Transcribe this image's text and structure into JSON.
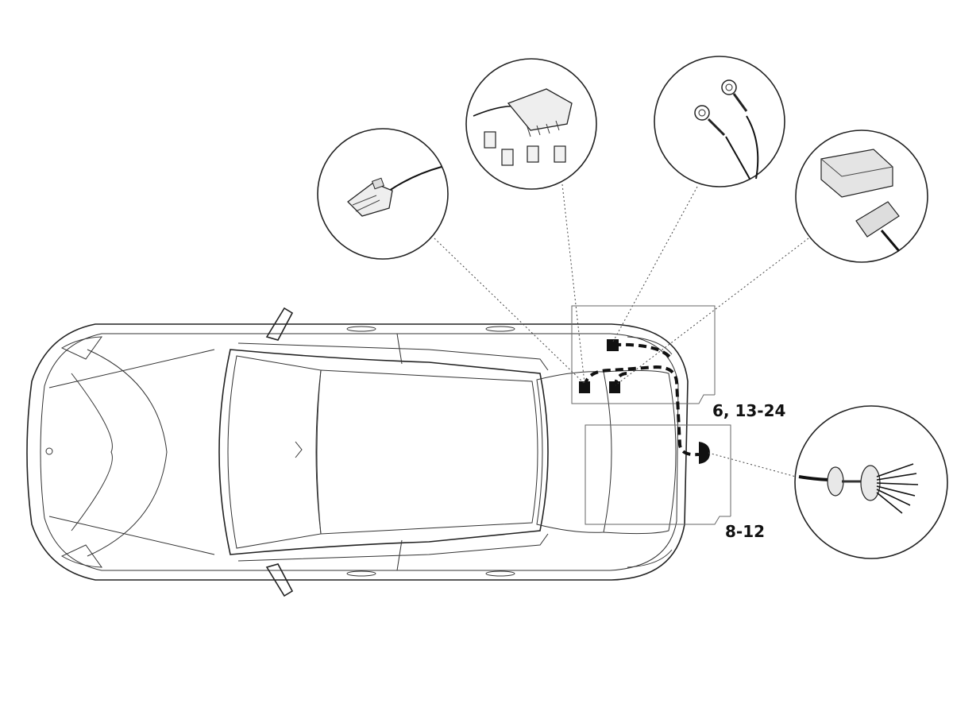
{
  "callouts": {
    "upper": "6, 13-24",
    "lower": "8-12"
  },
  "colors": {
    "line": "#222222",
    "harness": "#111111",
    "car_fill": "#f7f7f7",
    "glass": "#ececec"
  },
  "detail_circles": [
    {
      "id": "plug-connector",
      "icon": "plug-connector-icon"
    },
    {
      "id": "fuses-and-relay",
      "icon": "fuse-icon"
    },
    {
      "id": "ground-terminals",
      "icon": "ring-terminal-icon"
    },
    {
      "id": "control-module",
      "icon": "control-module-icon"
    },
    {
      "id": "socket",
      "icon": "trailer-socket-icon"
    }
  ]
}
